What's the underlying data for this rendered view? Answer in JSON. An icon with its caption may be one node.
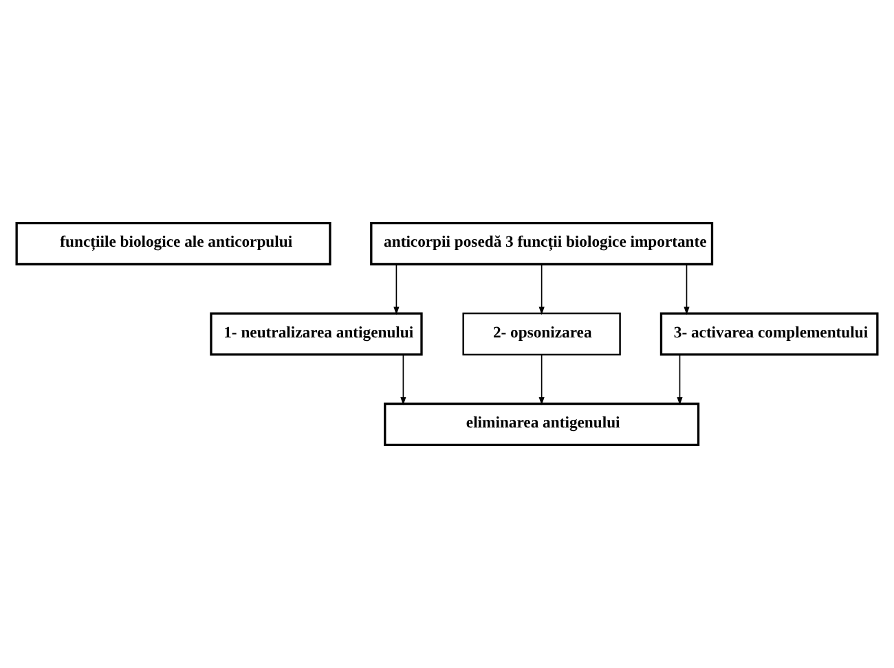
{
  "diagram": {
    "nodes": [
      {
        "text": [
          "funcțiile biologice ale anticorpului"
        ]
      },
      {
        "text": [
          "anticorpii posedă 3 funcții biologice importante"
        ]
      },
      {
        "text": [
          "1- neutralizarea antigenului"
        ]
      },
      {
        "text": [
          "2- opsonizarea"
        ]
      },
      {
        "text": [
          "3- activarea complementului"
        ]
      },
      {
        "text": [
          "eliminarea antigenului"
        ]
      }
    ],
    "edges": [
      {
        "from": 1,
        "to": 2,
        "arrow": "to"
      },
      {
        "from": 1,
        "to": 3,
        "arrow": "to"
      },
      {
        "from": 1,
        "to": 4,
        "arrow": "to"
      },
      {
        "from": 2,
        "to": 5,
        "arrow": "to"
      },
      {
        "from": 3,
        "to": 5,
        "arrow": "to"
      },
      {
        "from": 4,
        "to": 5,
        "arrow": "to"
      }
    ]
  }
}
